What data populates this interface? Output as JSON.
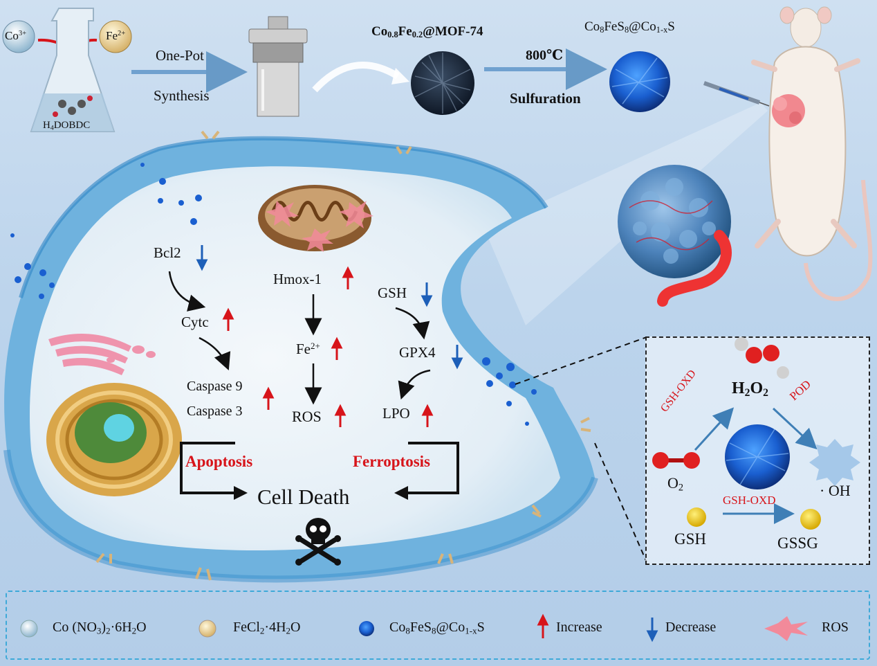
{
  "synthesis": {
    "ion_co": "Co",
    "ion_co_charge": "3+",
    "ion_fe": "Fe",
    "ion_fe_charge": "2+",
    "ligand": "DOBDC",
    "ligand_prefix": "H",
    "ligand_sub": "4",
    "step1_line1": "One-Pot",
    "step1_line2": "Synthesis",
    "mof_label": {
      "a": "Co",
      "a_sub": "0.8",
      "b": "Fe",
      "b_sub": "0.2",
      "c": "@MOF-74"
    },
    "step2_temp": "800℃",
    "step2_label": "Sulfuration",
    "product_label": {
      "a": "Co",
      "a_sub": "8",
      "b": "FeS",
      "b_sub": "8",
      "c": "@Co",
      "c_sub": "1-x",
      "d": "S"
    }
  },
  "cell": {
    "apoptosis_pathway": {
      "bcl2": "Bcl2",
      "cytc": "Cytc",
      "caspase9": "Caspase 9",
      "caspase3": "Caspase 3",
      "label": "Apoptosis"
    },
    "middle_pathway": {
      "hmox": "Hmox-1",
      "fe": "Fe",
      "fe_charge": "2+",
      "ros": "ROS"
    },
    "ferroptosis_pathway": {
      "gsh": "GSH",
      "gpx4": "GPX4",
      "lpo": "LPO",
      "label": "Ferroptosis"
    },
    "outcome": "Cell Death"
  },
  "inset": {
    "h2o2": {
      "a": "H",
      "a_sub": "2",
      "b": "O",
      "b_sub": "2"
    },
    "o2": {
      "a": "O",
      "a_sub": "2"
    },
    "oh": "· OH",
    "gsh": "GSH",
    "gssg": "GSSG",
    "enzyme_oxd_1": "GSH-OXD",
    "enzyme_pod": "POD",
    "enzyme_oxd_2": "GSH-OXD"
  },
  "legend": {
    "item1": {
      "a": "Co (NO",
      "a_sub": "3",
      "b": ")",
      "b_sub": "2",
      "c": "·6H",
      "c_sub": "2",
      "d": "O"
    },
    "item2": {
      "a": "FeCl",
      "a_sub": "2",
      "b": "·4H",
      "b_sub": "2",
      "c": "O"
    },
    "item3": {
      "a": "Co",
      "a_sub": "8",
      "b": "FeS",
      "b_sub": "8",
      "c": "@Co",
      "c_sub": "1-x",
      "d": "S"
    },
    "item4": "Increase",
    "item5": "Decrease",
    "item6": "ROS"
  },
  "colors": {
    "increase_arrow": "#d7141a",
    "decrease_arrow": "#1d5fb8",
    "nanoparticle": "#1a5fd0",
    "cell_membrane": "#5aa8dc",
    "legend_border": "#3ea9d8"
  },
  "icons": [
    "flask-icon",
    "autoclave-icon",
    "mof-sphere-icon",
    "nanoparticle-icon",
    "mouse-icon",
    "syringe-icon",
    "tumor-icon",
    "mitochondria-icon",
    "golgi-icon",
    "nucleus-icon",
    "skull-icon",
    "ros-burst-icon"
  ]
}
